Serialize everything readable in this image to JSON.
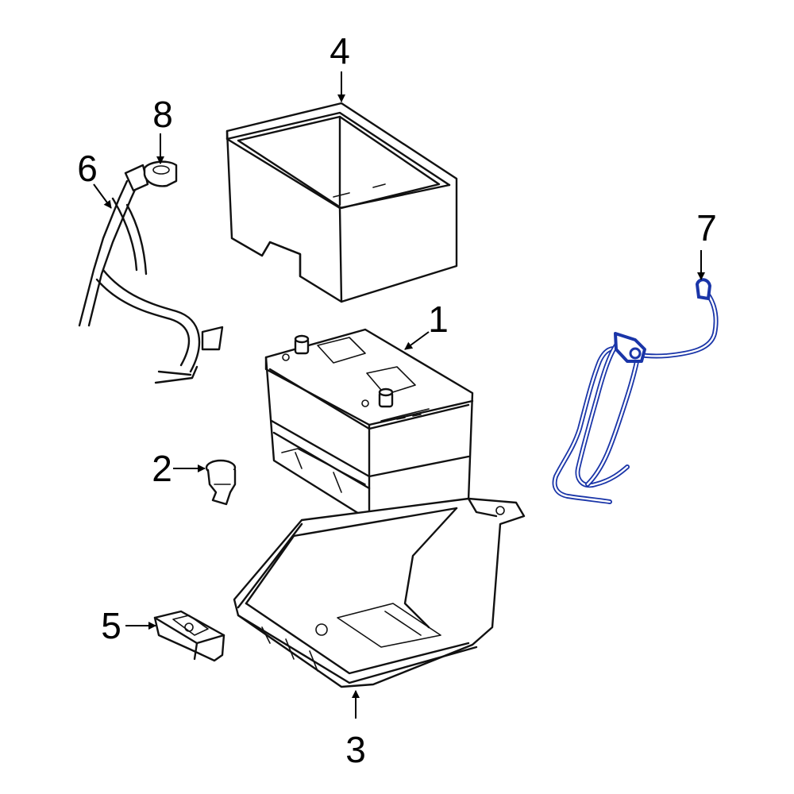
{
  "callouts": {
    "c1": "1",
    "c2": "2",
    "c3": "3",
    "c4": "4",
    "c5": "5",
    "c6": "6",
    "c7": "7",
    "c8": "8"
  },
  "colors": {
    "line": "#111111",
    "highlight": "#1a35a8",
    "background": "#ffffff"
  }
}
